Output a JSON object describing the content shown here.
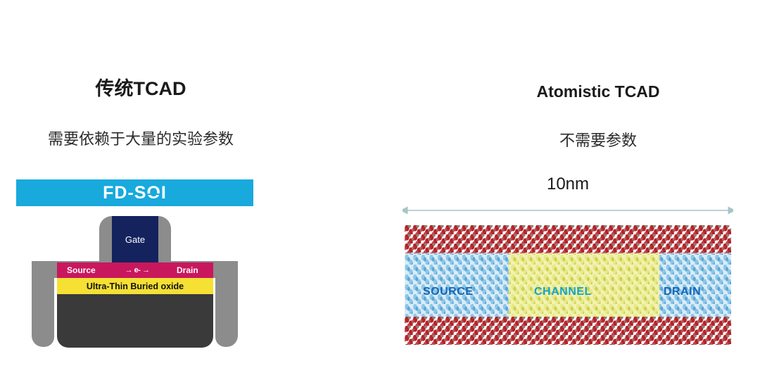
{
  "left_panel": {
    "heading": "传统TCAD",
    "subtitle": "需要依赖于大量的实验参数",
    "diagram": {
      "banner_prefix": "FD-S",
      "banner_theta": "O",
      "banner_suffix": "I",
      "banner_full_text": "FD-SOI",
      "banner_color": "#18a9dd",
      "gate_label": "Gate",
      "source_label": "Source",
      "drain_label": "Drain",
      "carrier_label": "→ e- →",
      "oxide_label": "Ultra-Thin Buried oxide",
      "gate_color": "#14235e",
      "source_drain_color": "#c9175e",
      "oxide_color": "#f5e033",
      "substrate_color": "#3a3a3a",
      "spacer_color": "#8c8c8c"
    }
  },
  "right_panel": {
    "heading": "Atomistic TCAD",
    "subtitle": "不需要参数",
    "diagram": {
      "dimension_label": "10nm",
      "dimension_arrow_color": "#a8c4c9",
      "source_label": "SOURCE",
      "channel_label": "CHANNEL",
      "drain_label": "DRAIN",
      "source_color": "#8ec6e8",
      "channel_color": "#c9d24a",
      "passivation_color": "#b4232a",
      "source_label_color": "#1667b5",
      "channel_label_color": "#13a3cc",
      "drain_label_color": "#1667b5"
    }
  }
}
